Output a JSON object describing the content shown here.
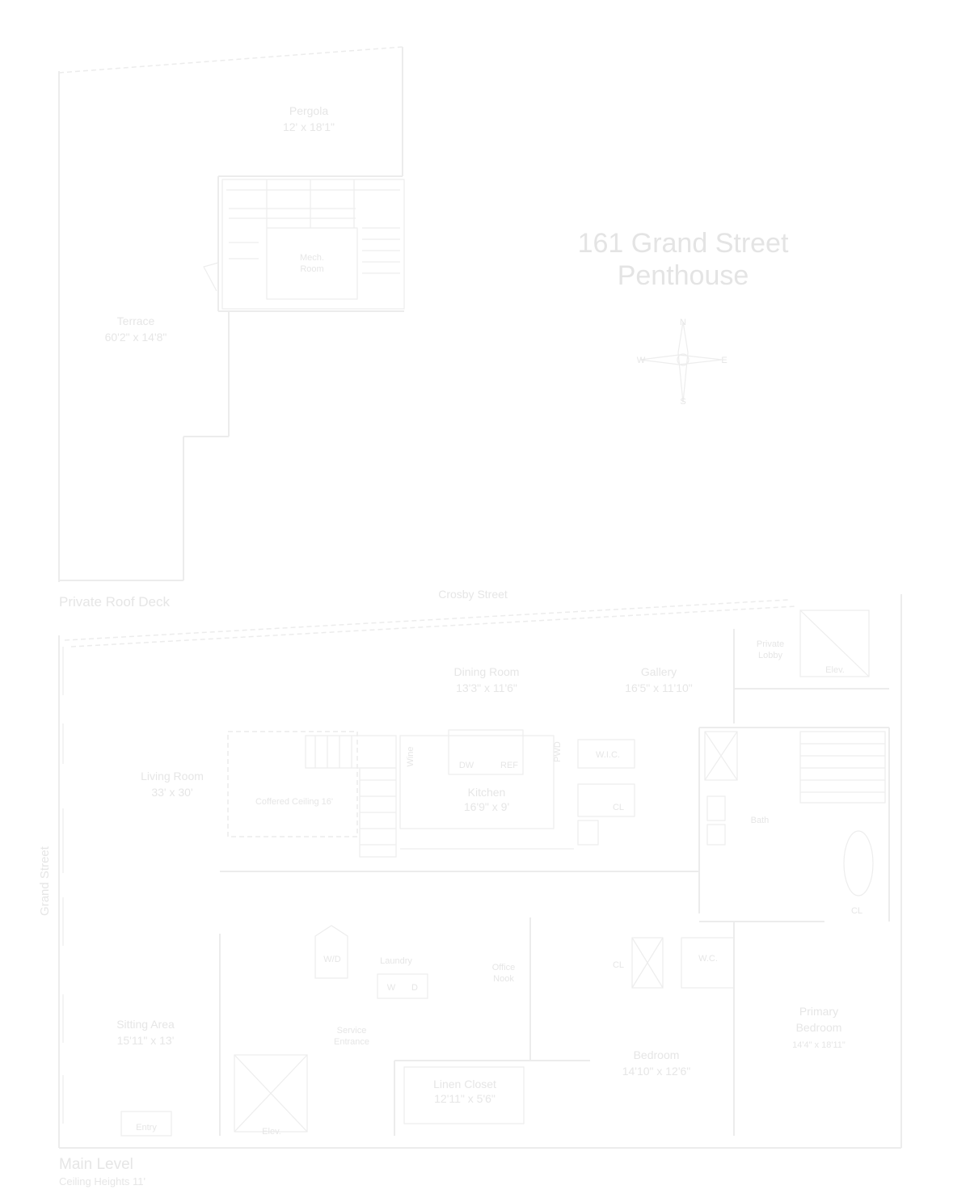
{
  "title": {
    "line1": "161 Grand Street",
    "line2": "Penthouse"
  },
  "compass": {
    "n": "N",
    "e": "E",
    "s": "S",
    "w": "W"
  },
  "roof": {
    "caption": "Private Roof Deck",
    "rooms": {
      "pergola": {
        "name": "Pergola",
        "dims": "12' x 18'1\""
      },
      "terrace": {
        "name": "Terrace",
        "dims": "60'2\" x 14'8\""
      },
      "mech": {
        "name": "Mech.",
        "sub": "Room"
      }
    }
  },
  "main": {
    "caption": "Main Level",
    "ceiling": "Ceiling Heights 11'",
    "streets": {
      "crosby": "Crosby Street",
      "grand": "Grand Street"
    },
    "rooms": {
      "dining": {
        "name": "Dining Room",
        "dims": "13'3\" x 11'6\""
      },
      "gallery": {
        "name": "Gallery",
        "dims": "16'5\" x 11'10\""
      },
      "living": {
        "name": "Living Room",
        "dims": "33' x 30'"
      },
      "kitchen": {
        "name": "Kitchen",
        "dims": "16'9\" x 9'"
      },
      "coffered": {
        "name": "Coffered Ceiling 16'"
      },
      "sitting": {
        "name": "Sitting Area",
        "dims": "15'11\" x 13'"
      },
      "primary": {
        "name": "Primary",
        "sub": "Bedroom",
        "dims": "14'4\" x 18'11\""
      },
      "bedroom": {
        "name": "Bedroom",
        "dims": "14'10\" x 12'6\""
      },
      "linen": {
        "name": "Linen Closet",
        "dims": "12'11\" x 5'6\""
      },
      "laundry": {
        "name": "Laundry"
      },
      "office": {
        "name": "Office",
        "sub": "Nook"
      },
      "service": {
        "name": "Service",
        "sub": "Entrance"
      },
      "lobby": {
        "name": "Private",
        "sub": "Lobby"
      },
      "elev": {
        "name": "Elev."
      },
      "bath": {
        "name": "Bath"
      },
      "wic": {
        "name": "W.I.C."
      },
      "wc": {
        "name": "W.C."
      },
      "cl": {
        "name": "CL"
      },
      "dw": {
        "name": "DW"
      },
      "ref": {
        "name": "REF"
      },
      "wine": {
        "name": "Wine"
      },
      "pwd": {
        "name": "PWD"
      },
      "w": {
        "name": "W"
      },
      "d": {
        "name": "D"
      },
      "entry": {
        "name": "Entry"
      },
      "wd": {
        "name": "W/D"
      }
    }
  }
}
